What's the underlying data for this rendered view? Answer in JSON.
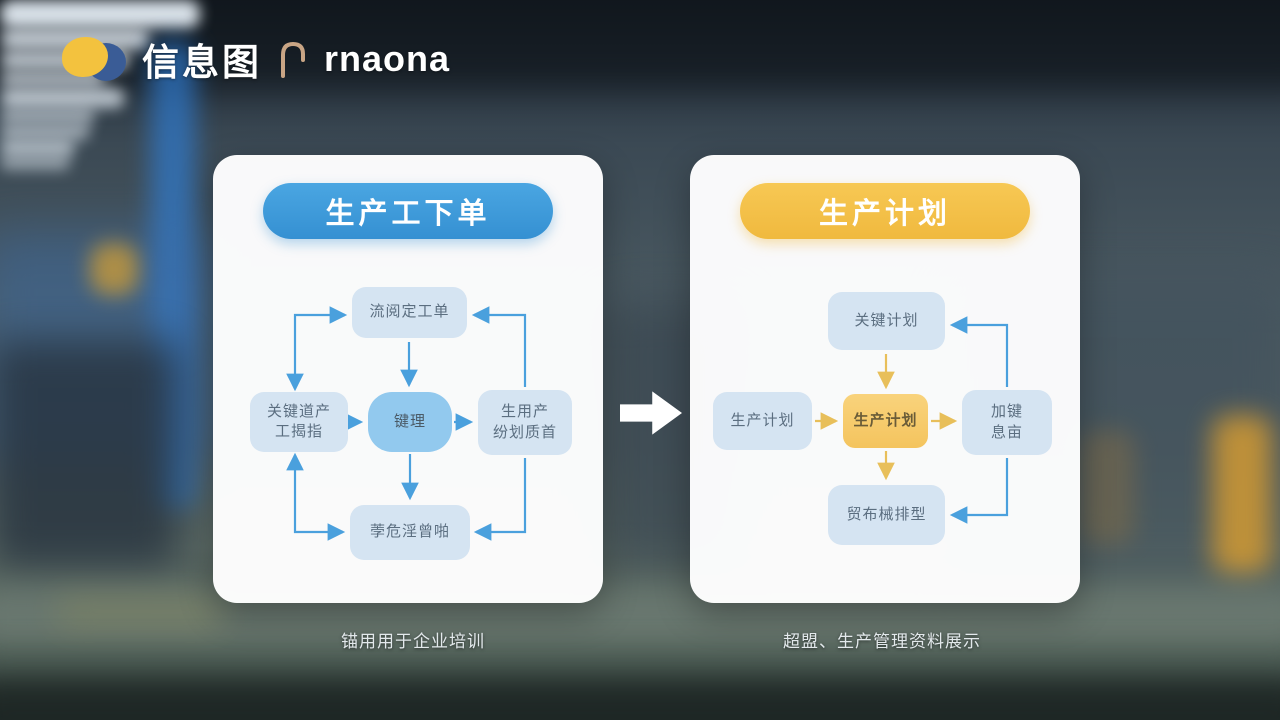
{
  "logo": {
    "brand": "信息图",
    "suffix": "rnaona"
  },
  "panels": {
    "left": {
      "title": "生产工下单",
      "nodes": {
        "top": "流阅定工单",
        "left_line1": "关键道产",
        "left_line2": "工揭指",
        "center": "键理",
        "right_line1": "生用产",
        "right_line2": "纷划质首",
        "bottom": "荸危淫曾啪"
      }
    },
    "right": {
      "title": "生产计划",
      "nodes": {
        "top": "关键计划",
        "left": "生产计划",
        "center": "生产计划",
        "right_line1": "加键",
        "right_line2": "息亩",
        "bottom": "贸布械排型"
      }
    }
  },
  "captions": {
    "left": "锚用用于企业培训",
    "right": "超盟、生产管理资料展示"
  },
  "colors": {
    "pill_blue": "#3d9ad8",
    "pill_yellow": "#f3bd45",
    "node_blue": "#d5e4f2",
    "node_blue_strong": "#92c9ee",
    "node_yellow": "#f6cd6f",
    "arrow_blue": "#4aa0dd",
    "arrow_yellow": "#e8bf5a",
    "logo_yellow": "#f3c23e",
    "logo_blue": "#3a5c96"
  }
}
